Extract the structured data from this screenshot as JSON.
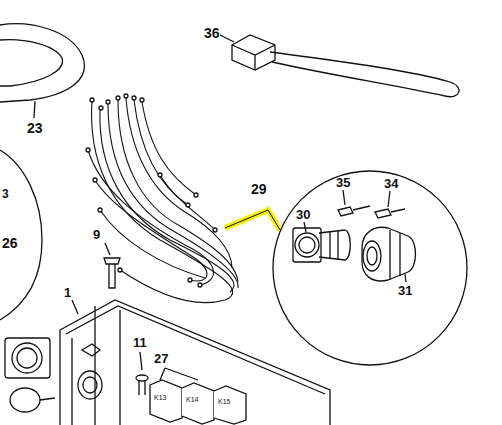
{
  "diagram": {
    "labels": [
      "36",
      "23",
      "3",
      "26",
      "29",
      "35",
      "34",
      "30",
      "9",
      "31",
      "1",
      "11",
      "27",
      "K13",
      "K14",
      "K15"
    ]
  }
}
